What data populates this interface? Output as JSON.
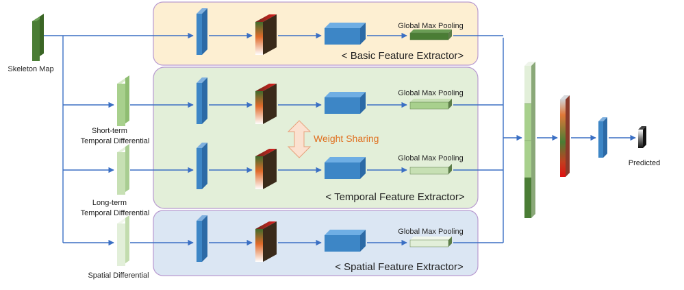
{
  "inputs": {
    "skeleton_map": "Skeleton Map",
    "short_term": [
      "Short-term",
      "Temporal Differential"
    ],
    "long_term": [
      "Long-term",
      "Temporal Differential"
    ],
    "spatial": "Spatial Differential"
  },
  "panels": {
    "basic": "< Basic Feature Extractor>",
    "temporal": "< Temporal Feature Extractor>",
    "spatial": "< Spatial Feature Extractor>"
  },
  "pooling_label": "Global Max Pooling",
  "weight_sharing": "Weight Sharing",
  "output_label": "Predicted",
  "colors": {
    "basic_panel": "#fdefd2",
    "temporal_panel": "#e3efd9",
    "spatial_panel": "#dbe6f3",
    "arrow": "#3a6fc4",
    "conv_blue": "#3d86c6",
    "dark_green": "#4a7d35",
    "mid_green": "#a8d08d",
    "light_green": "#c7e0b4",
    "pale_green": "#e2efd9",
    "weight_sharing_arrow": "#fbe1d0"
  }
}
